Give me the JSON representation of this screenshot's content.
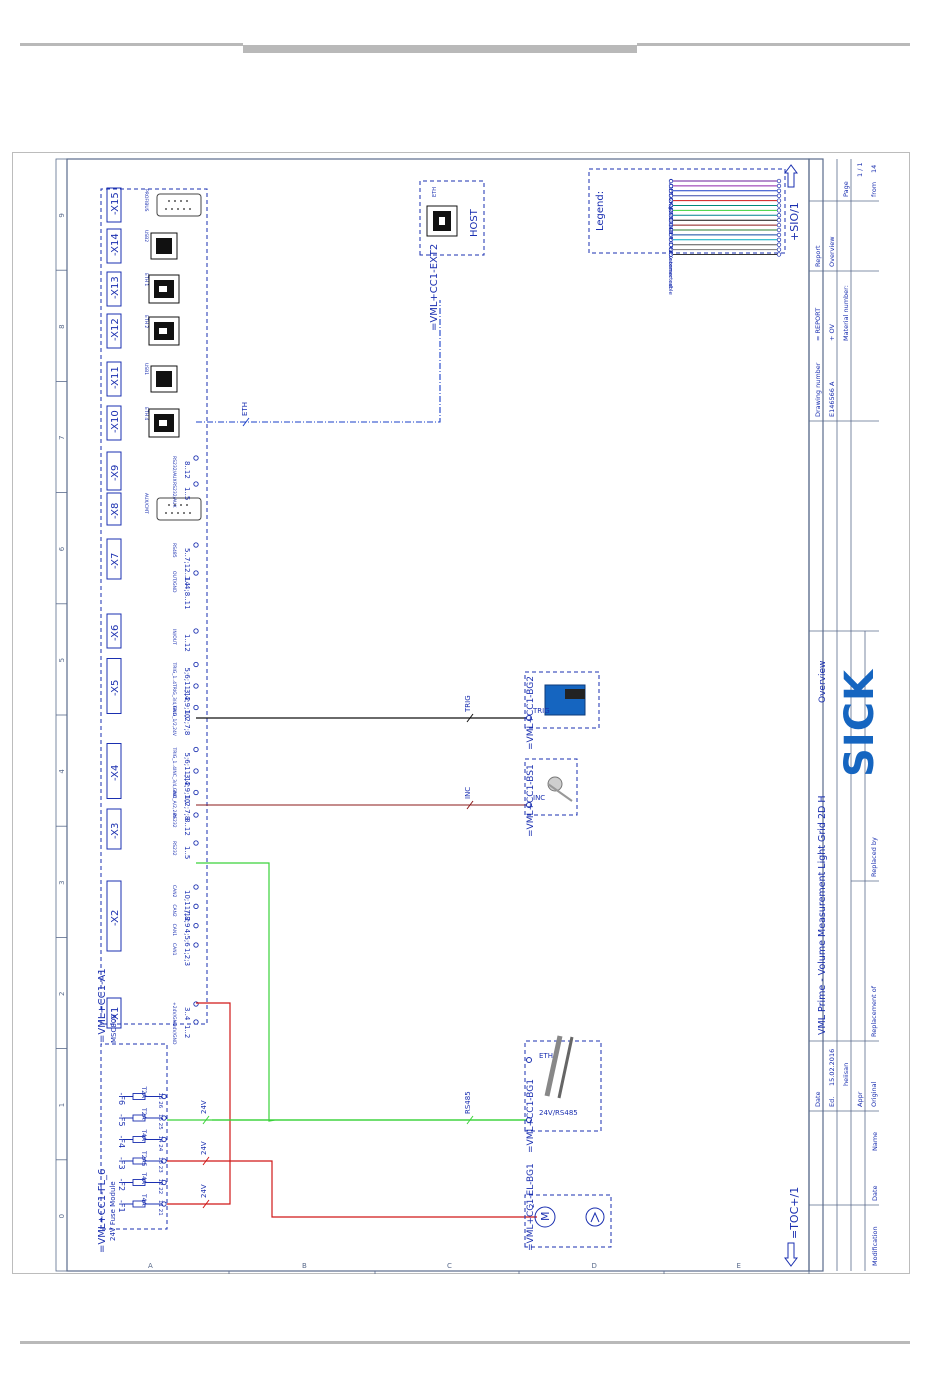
{
  "colors": {
    "frame": "#5a6b8c",
    "component": "#1a2fb0",
    "red": "#d01818",
    "green": "#3ad23a",
    "black": "#111111",
    "eth": "#1a3fc8",
    "brand": "#1565c0"
  },
  "sheet": {
    "rows": [
      "A",
      "B",
      "C",
      "D",
      "E"
    ],
    "cols": [
      "0",
      "1",
      "2",
      "3",
      "4",
      "5",
      "6",
      "7",
      "8",
      "9"
    ],
    "nav_prev": "=TOC+/1",
    "nav_next": "+SIO/1"
  },
  "connectors": [
    {
      "label": "-X1",
      "pins": [
        {
          "num": "1..2",
          "sig": "+24V/GND"
        },
        {
          "num": "3..4",
          "sig": "+24V/GND"
        }
      ]
    },
    {
      "label": "-X2",
      "pins": [
        {
          "num": "1;2;3",
          "sig": "CAN1"
        },
        {
          "num": "4;5;6",
          "sig": "CAN1"
        },
        {
          "num": "7;8;9",
          "sig": "CAN2"
        },
        {
          "num": "10;11;12",
          "sig": "CAN2"
        }
      ]
    },
    {
      "label": "-X3",
      "pins": [
        {
          "num": "1..5",
          "sig": "RS232"
        },
        {
          "num": "8..12",
          "sig": "RS232"
        }
      ]
    },
    {
      "label": "-X4",
      "pins": [
        {
          "num": "1;2;7;8",
          "sig": "INC_A/2,24V"
        },
        {
          "num": "3;4;9;10",
          "sig": "INC_3/4,GND"
        },
        {
          "num": "5;6;11;12",
          "sig": "TRIG_1..4"
        }
      ]
    },
    {
      "label": "-X5",
      "pins": [
        {
          "num": "1;2;7;8",
          "sig": "TRIG_1/2,24V"
        },
        {
          "num": "3;4;9;10",
          "sig": "TRIG_3/4,GND"
        },
        {
          "num": "5;6;11;12",
          "sig": "TRIG_1..4"
        }
      ]
    },
    {
      "label": "-X6",
      "pins": [
        {
          "num": "1..12",
          "sig": "IN/OUT"
        }
      ]
    },
    {
      "label": "-X7",
      "pins": [
        {
          "num": "1..4;8..11",
          "sig": "OUT/GND"
        },
        {
          "num": "5..7;12..14",
          "sig": "RS485"
        }
      ]
    },
    {
      "label": "-X8",
      "pins": [],
      "device": "db9",
      "device_label": "AUX/CMT"
    },
    {
      "label": "-X9",
      "pins": [
        {
          "num": "1..5",
          "sig": "RS232/AUX"
        },
        {
          "num": "8..12",
          "sig": "RS232/AUX"
        }
      ]
    },
    {
      "label": "-X10",
      "pins": [],
      "device": "rj45",
      "device_label": "ETH 4"
    },
    {
      "label": "-X11",
      "pins": [],
      "device": "usb",
      "device_label": "USB1"
    },
    {
      "label": "-X12",
      "pins": [],
      "device": "rj45",
      "device_label": "ETH 2"
    },
    {
      "label": "-X13",
      "pins": [],
      "device": "rj45",
      "device_label": "ETH 1"
    },
    {
      "label": "-X14",
      "pins": [],
      "device": "usb",
      "device_label": "USB2"
    },
    {
      "label": "-X15",
      "pins": [],
      "device": "db9",
      "device_label": "PROFIBUS"
    }
  ],
  "controller_label": "=VML+CC1-A1",
  "controller_type": "MSC800",
  "fuse_module": {
    "label": "=VML+CC1-FL_6",
    "subtitle": "24V Fuse Module",
    "fuses": [
      {
        "label": "-F1",
        "rating": "T4A",
        "pins": "11 21"
      },
      {
        "label": "-F2",
        "rating": "T4A",
        "pins": "12 22"
      },
      {
        "label": "-F3",
        "rating": "T2A5",
        "pins": "13 23"
      },
      {
        "label": "-F4",
        "rating": "T4A",
        "pins": "14 24"
      },
      {
        "label": "-F5",
        "rating": "T2A",
        "pins": "15 25"
      },
      {
        "label": "-F6",
        "rating": "T2A",
        "pins": "16 26"
      }
    ]
  },
  "wire_labels": {
    "v24": "24V",
    "rs485": "RS485",
    "inc": "INC",
    "trig": "TRIG",
    "eth": "ETH"
  },
  "devices": {
    "bg2": {
      "label": "=VML+CC1-BG2",
      "pin": "TRIG"
    },
    "bs1": {
      "label": "=VML+CC1-BS1",
      "pin": "INC"
    },
    "bg1": {
      "label": "=VML+CC1-BG1",
      "pin1": "24V/RS485",
      "pin2": "ETH"
    },
    "motor": {
      "label": "=VML+CC1-EL-BG1",
      "symbol": "M",
      "pin": "2"
    },
    "host": {
      "label": "=VML+CC1-EXT2",
      "name": "HOST",
      "port": "ETH"
    }
  },
  "legend": {
    "title": "Legend:",
    "items": [
      {
        "name": "CAN",
        "color": "#6a1b9a"
      },
      {
        "name": "CAN Only",
        "color": "#8e24aa"
      },
      {
        "name": "ETH",
        "color": "#1a3fc8"
      },
      {
        "name": "GBIT",
        "color": "#3949ab"
      },
      {
        "name": "24V",
        "color": "#d01818"
      },
      {
        "name": "RS232",
        "color": "#00897b"
      },
      {
        "name": "RS485",
        "color": "#3ad23a"
      },
      {
        "name": "PSI",
        "color": "#00838f"
      },
      {
        "name": "TRIG",
        "color": "#111111"
      },
      {
        "name": "INC",
        "color": "#8b1a1a"
      },
      {
        "name": "RB",
        "color": "#2e7d32"
      },
      {
        "name": "EN",
        "color": "#0d47a1"
      },
      {
        "name": "FCAN",
        "color": "#00acc1"
      },
      {
        "name": "COAX",
        "color": "#555555"
      },
      {
        "name": "not connected",
        "color": "#777777"
      },
      {
        "name": "customer cable",
        "color": "#333333"
      }
    ]
  },
  "title_block": {
    "company": "SICK",
    "title": "VML Prime - Volume Measurement Light Grid 2D H",
    "subtitle": "Overview",
    "modification": "Modification",
    "date_h": "Date",
    "name_h": "Name",
    "date_label": "Date",
    "date_value": "15.02.2016",
    "ed_label": "Ed.",
    "ed_value": "heiisan",
    "appr_label": "Appr",
    "original_label": "Original",
    "replacement_label": "Replacement of",
    "replaced_label": "Replaced by",
    "drawing_number_label": "Drawing number",
    "drawing_number": "E146566 A",
    "report_code": "= REPORT",
    "rev_code": "+ OV",
    "material_label": "Material number:",
    "report_label": "Report",
    "overview_label": "Overview",
    "page_label": "Page",
    "page_value": "1 / 1",
    "from_label": "from",
    "from_value": "14"
  }
}
